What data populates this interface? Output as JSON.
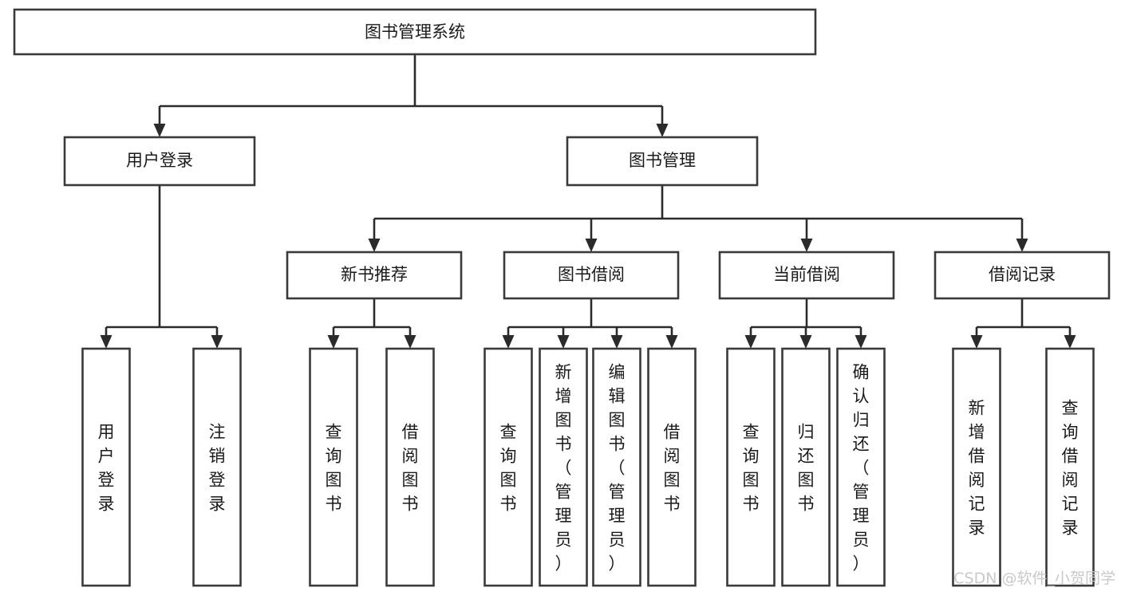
{
  "diagram": {
    "title": "图书管理系统",
    "type": "tree",
    "root": {
      "id": "root",
      "label": "图书管理系统",
      "orientation": "horizontal"
    },
    "level1": [
      {
        "id": "user-login",
        "label": "用户登录",
        "orientation": "horizontal"
      },
      {
        "id": "book-manage",
        "label": "图书管理",
        "orientation": "horizontal"
      }
    ],
    "level2": [
      {
        "id": "new-book-rec",
        "label": "新书推荐",
        "parent": "book-manage",
        "orientation": "horizontal"
      },
      {
        "id": "book-borrow",
        "label": "图书借阅",
        "parent": "book-manage",
        "orientation": "horizontal"
      },
      {
        "id": "current-borrow",
        "label": "当前借阅",
        "parent": "book-manage",
        "orientation": "horizontal"
      },
      {
        "id": "borrow-record",
        "label": "借阅记录",
        "parent": "book-manage",
        "orientation": "horizontal"
      }
    ],
    "leaves": [
      {
        "id": "leaf-user-login",
        "label": "用户登录",
        "parent": "user-login",
        "orientation": "vertical"
      },
      {
        "id": "leaf-user-logout",
        "label": "注销登录",
        "parent": "user-login",
        "orientation": "vertical"
      },
      {
        "id": "leaf-query-book-1",
        "label": "查询图书",
        "parent": "new-book-rec",
        "orientation": "vertical"
      },
      {
        "id": "leaf-borrow-book-1",
        "label": "借阅图书",
        "parent": "new-book-rec",
        "orientation": "vertical"
      },
      {
        "id": "leaf-query-book-2",
        "label": "查询图书",
        "parent": "book-borrow",
        "orientation": "vertical"
      },
      {
        "id": "leaf-add-book",
        "label": "新增图书（管理员）",
        "parent": "book-borrow",
        "orientation": "vertical"
      },
      {
        "id": "leaf-edit-book",
        "label": "编辑图书（管理员）",
        "parent": "book-borrow",
        "orientation": "vertical"
      },
      {
        "id": "leaf-borrow-book-2",
        "label": "借阅图书",
        "parent": "book-borrow",
        "orientation": "vertical"
      },
      {
        "id": "leaf-query-book-3",
        "label": "查询图书",
        "parent": "current-borrow",
        "orientation": "vertical"
      },
      {
        "id": "leaf-return-book",
        "label": "归还图书",
        "parent": "current-borrow",
        "orientation": "vertical"
      },
      {
        "id": "leaf-confirm-return",
        "label": "确认归还（管理员）",
        "parent": "current-borrow",
        "orientation": "vertical"
      },
      {
        "id": "leaf-add-record",
        "label": "新增借阅记录",
        "parent": "borrow-record",
        "orientation": "vertical"
      },
      {
        "id": "leaf-query-record",
        "label": "查询借阅记录",
        "parent": "borrow-record",
        "orientation": "vertical"
      }
    ]
  },
  "watermark": {
    "text": "CSDN @软件_小贺同学"
  },
  "colors": {
    "background": "#ffffff",
    "box_fill": "#ffffff",
    "box_stroke": "#3a3a3a",
    "line": "#2b2b2b",
    "text": "#1a1a1a",
    "watermark": "#c9c9c9"
  }
}
